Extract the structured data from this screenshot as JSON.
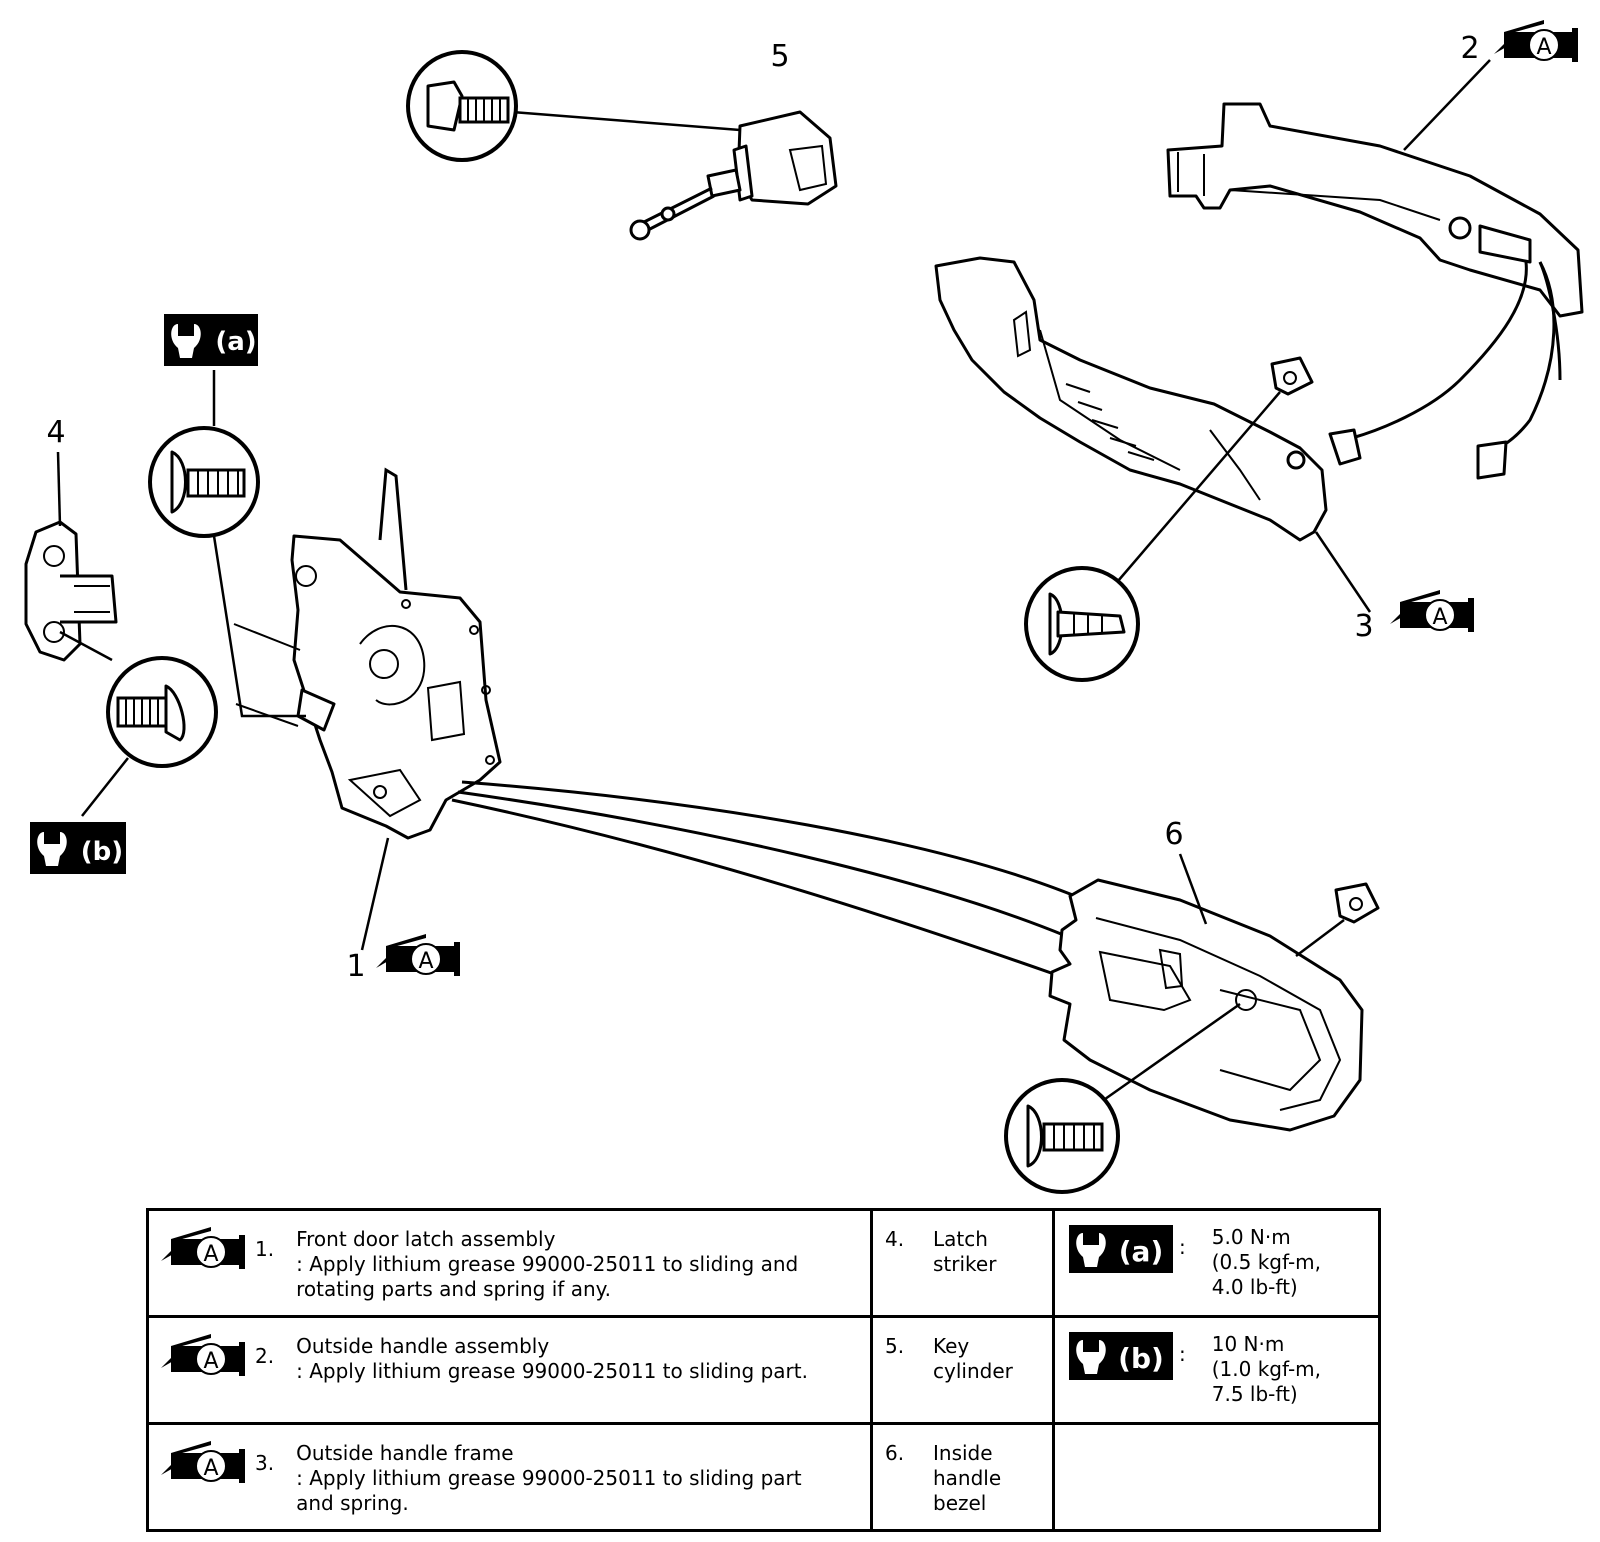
{
  "callouts": {
    "c1": "1",
    "c2": "2",
    "c3": "3",
    "c4": "4",
    "c5": "5",
    "c6": "6"
  },
  "torque_symbols": {
    "a": "(a)",
    "b": "(b)"
  },
  "grease_symbol_letter": "A",
  "legend": {
    "rows": [
      {
        "number": "1.",
        "description": "Front door latch assembly\n: Apply lithium grease 99000-25011 to sliding and\nrotating parts and spring if any.",
        "part_number": "4.",
        "part_name": "Latch\nstriker",
        "torque_label": "(a)",
        "torque_colon": ":",
        "torque_value": "5.0 N·m\n(0.5 kgf-m,\n4.0 lb-ft)"
      },
      {
        "number": "2.",
        "description": "Outside handle assembly\n: Apply lithium grease 99000-25011 to sliding part.",
        "part_number": "5.",
        "part_name": "Key\ncylinder",
        "torque_label": "(b)",
        "torque_colon": ":",
        "torque_value": "10 N·m\n(1.0 kgf-m,\n7.5 lb-ft)"
      },
      {
        "number": "3.",
        "description": "Outside handle frame\n: Apply lithium grease 99000-25011 to sliding part\nand spring.",
        "part_number": "6.",
        "part_name": "Inside\nhandle\nbezel",
        "torque_label": "",
        "torque_colon": "",
        "torque_value": ""
      }
    ]
  }
}
